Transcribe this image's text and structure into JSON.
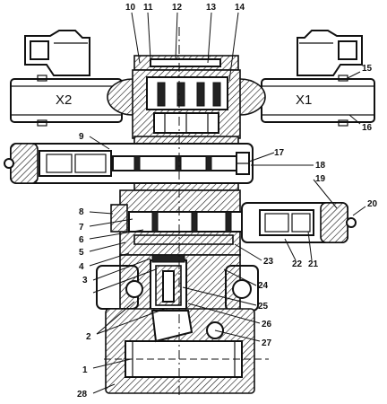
{
  "solenoids": {
    "left": "X2",
    "right": "X1"
  },
  "callouts": {
    "n1": "1",
    "n2": "2",
    "n3": "3",
    "n4": "4",
    "n5": "5",
    "n6": "6",
    "n7": "7",
    "n8": "8",
    "n9": "9",
    "n10": "10",
    "n11": "11",
    "n12": "12",
    "n13": "13",
    "n14": "14",
    "n15": "15",
    "n16": "16",
    "n17": "17",
    "n18": "18",
    "n19": "19",
    "n20": "20",
    "n21": "21",
    "n22": "22",
    "n23": "23",
    "n24": "24",
    "n25": "25",
    "n26": "26",
    "n27": "27",
    "n28": "28"
  }
}
